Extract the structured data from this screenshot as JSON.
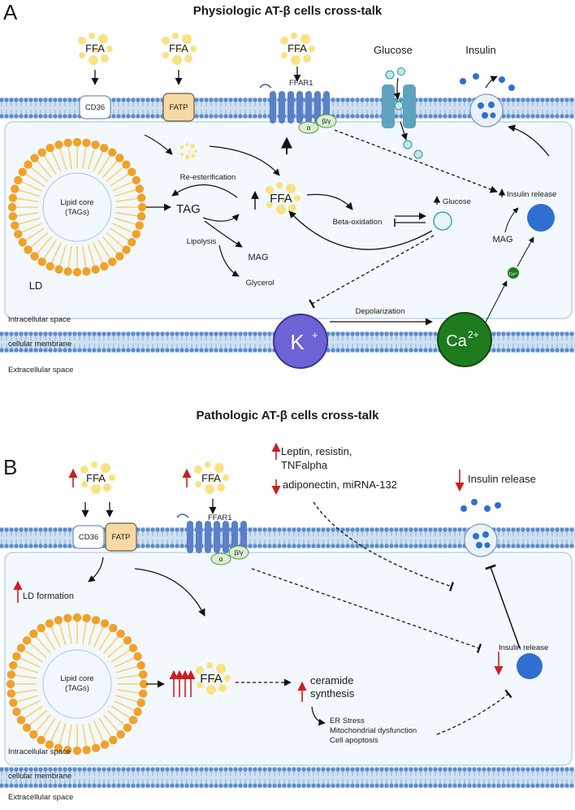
{
  "colors": {
    "membrane_fill": "#b9d3ec",
    "membrane_head": "#5b8cc9",
    "cell_fill": "#f2f8fd",
    "lipid_head": "#f0a12a",
    "lipid_tail": "#f6d36b",
    "ffa_dot": "#f9e07c",
    "k_fill": "#6b63d6",
    "ca_fill": "#1e7b1e",
    "insulin_dot": "#2f6fd1",
    "glucose_dot": "#bfe8e8",
    "red_arrow": "#cc1f1f",
    "receptor": "#5b7fc9"
  },
  "panelA": {
    "letter": "A",
    "title": "Physiologic AT-β cells cross-talk",
    "ffa_top": [
      "FFA",
      "FFA",
      "FFA"
    ],
    "cd36": "CD36",
    "fatp": "FATP",
    "ffar1": "FFAR1",
    "alpha": "α",
    "beta_gamma": "β/γ",
    "glucose": "Glucose",
    "insulin": "Insulin",
    "reesterification": "Re-esterification",
    "lipid_core_1": "Lipid core",
    "lipid_core_2": "(TAGs)",
    "tag": "TAG",
    "ffa_center": "FFA",
    "lipolysis": "Lipolysis",
    "mag_left": "MAG",
    "glycerol": "Glycerol",
    "ld": "LD",
    "beta_oxidation": "Beta-oxidation",
    "glucose_in": "Glucose",
    "insulin_release": "Insulin release",
    "mag_right": "MAG",
    "ca_small": "Ca²⁺",
    "intracellular": "Intracellular space",
    "membrane": "cellular membrane",
    "extracellular": "Extracellular space",
    "k": "K",
    "k_sup": "+",
    "depolarization": "Depolarization",
    "ca": "Ca",
    "ca_sup": "2+"
  },
  "panelB": {
    "letter": "B",
    "title": "Pathologic AT-β cells cross-talk",
    "ffa_top": [
      "FFA",
      "FFA"
    ],
    "leptin_1": "Leptin, resistin,",
    "leptin_2": "TNFalpha",
    "adiponectin": "adiponectin, miRNA-132",
    "insulin_release_top": "Insulin release",
    "cd36": "CD36",
    "fatp": "FATP",
    "ffar1": "FFAR1",
    "alpha": "α",
    "beta_gamma": "β/γ",
    "ld_formation": "LD formation",
    "lipid_core_1": "Lipid core",
    "lipid_core_2": "(TAGs)",
    "ffa_center": "FFA",
    "ceramide_1": "ceramide",
    "ceramide_2": "synthesis",
    "er_stress": "ER Stress",
    "mito": "Mitochondrial dysfunction",
    "apoptosis": "Cell apoptosis",
    "insulin_release": "Insulin release",
    "intracellular": "Intracellular space",
    "membrane": "cellular membrane",
    "extracellular": "Extracellular space"
  }
}
